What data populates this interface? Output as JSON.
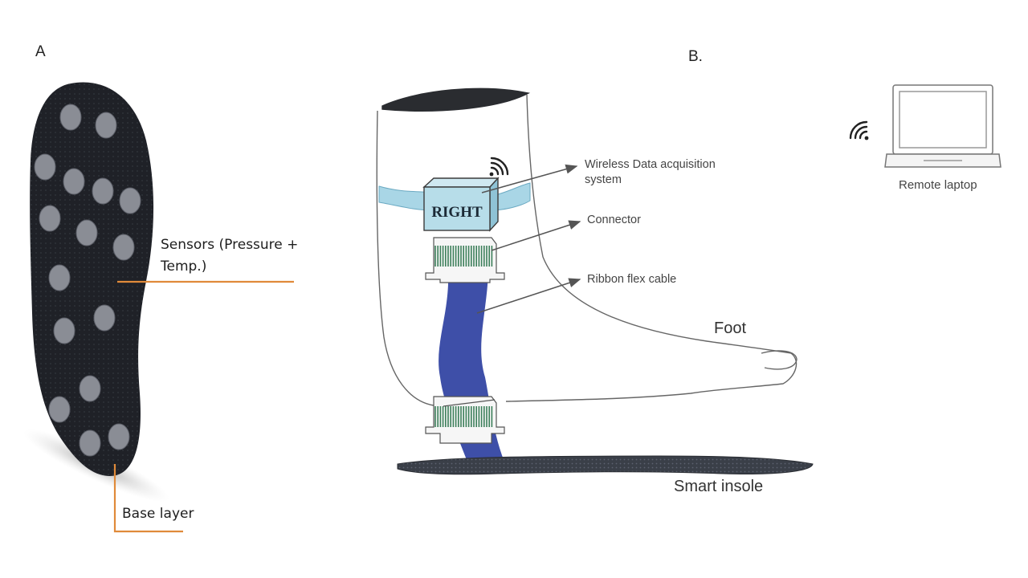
{
  "panel_a": {
    "label": "A",
    "sensors_label": "Sensors (Pressure + Temp.)",
    "base_label": "Base layer"
  },
  "panel_b": {
    "label": "B.",
    "module_text": "RIGHT",
    "wireless_label": "Wireless Data acquisition system",
    "connector_label": "Connector",
    "ribbon_label": "Ribbon flex cable",
    "foot_label": "Foot",
    "insole_label": "Smart insole",
    "laptop_label": "Remote laptop"
  },
  "colors": {
    "insole": "#202228",
    "sensor": "#8a8d95",
    "callout_line": "#e08a3a",
    "cable": "#3e4fa8",
    "strap": "#a9d6e6",
    "module": "#b7dde9",
    "connector_green": "#3c7f5a",
    "outline": "#555555"
  },
  "icons": [
    "wifi-icon",
    "laptop-icon"
  ]
}
